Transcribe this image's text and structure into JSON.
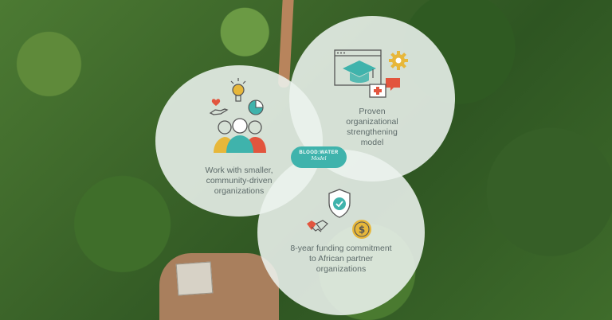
{
  "center_badge": {
    "line1": "BLOOD:WATER",
    "line2": "Model"
  },
  "circles": {
    "left": {
      "label_lines": [
        "Work with smaller,",
        "community-driven",
        "organizations"
      ]
    },
    "right": {
      "label_lines": [
        "Proven",
        "organizational",
        "strengthening",
        "model"
      ]
    },
    "bottom": {
      "label_lines": [
        "8-year funding commitment",
        "to African partner",
        "organizations"
      ]
    }
  },
  "colors": {
    "teal": "#3fb3ac",
    "gold": "#e7b73a",
    "red": "#e2553e",
    "text": "#5d6b6a",
    "circle_fill": "#ecf2ee"
  },
  "icons": {
    "left": [
      "heart-hand-icon",
      "lightbulb-icon",
      "pie-chart-icon",
      "people-group-icon"
    ],
    "right": [
      "browser-window-icon",
      "graduation-cap-icon",
      "gear-icon",
      "medical-chat-icon"
    ],
    "bottom": [
      "shield-check-icon",
      "handshake-icon",
      "dollar-coin-icon"
    ]
  }
}
